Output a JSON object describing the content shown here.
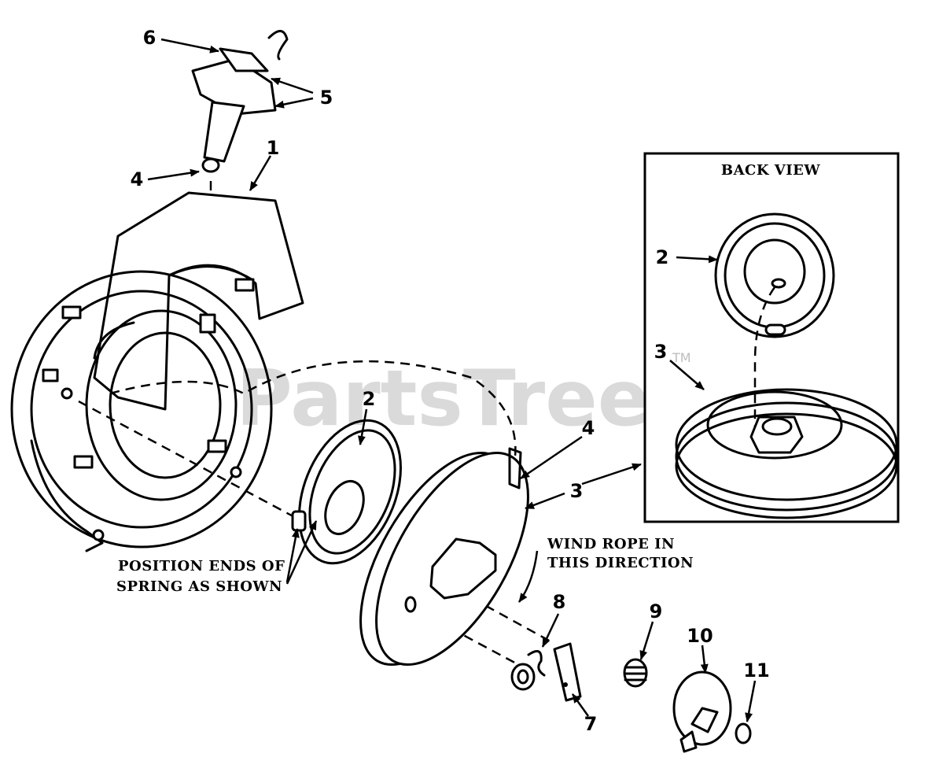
{
  "watermark": {
    "text": "PartsTree",
    "tm": "TM"
  },
  "back_view": {
    "title": "BACK VIEW"
  },
  "notes": {
    "spring_line1": "POSITION ENDS OF",
    "spring_line2": "SPRING AS SHOWN",
    "wind_line1": "WIND ROPE IN",
    "wind_line2": "THIS DIRECTION"
  },
  "callouts": {
    "c1": "1",
    "c2a": "2",
    "c2b": "2",
    "c3a": "3",
    "c3b": "3",
    "c4a": "4",
    "c4b": "4",
    "c5": "5",
    "c6": "6",
    "c7": "7",
    "c8": "8",
    "c9": "9",
    "c10": "10",
    "c11": "11"
  },
  "colors": {
    "ink": "#000000",
    "watermark": "#bdbdbd",
    "paper": "#ffffff"
  }
}
